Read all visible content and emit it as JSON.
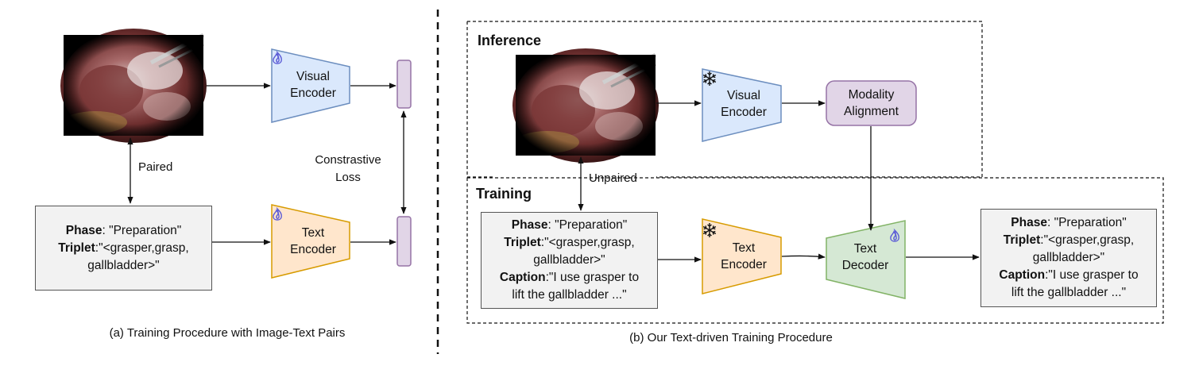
{
  "left": {
    "visual_encoder": [
      "Visual",
      "Encoder"
    ],
    "text_encoder": [
      "Text",
      "Encoder"
    ],
    "paired_label": "Paired",
    "contrastive_label": [
      "Constrastive",
      "Loss"
    ],
    "text_box": {
      "phase_key": "Phase",
      "phase_val": ": \"Preparation\"",
      "triplet_key": "Triplet",
      "triplet_val": ":\"<grasper,grasp,",
      "triplet_cont": "gallbladder>\""
    },
    "caption": "(a) Training Procedure with Image-Text Pairs"
  },
  "right": {
    "inference_title": "Inference",
    "training_title": "Training",
    "visual_encoder": [
      "Visual",
      "Encoder"
    ],
    "modality_alignment": [
      "Modality",
      "Alignment"
    ],
    "text_encoder": [
      "Text",
      "Encoder"
    ],
    "text_decoder": [
      "Text",
      "Decoder"
    ],
    "unpaired_label": "Unpaired",
    "input_box": {
      "phase_key": "Phase",
      "phase_val": ": \"Preparation\"",
      "triplet_key": "Triplet",
      "triplet_val": ":\"<grasper,grasp,",
      "triplet_cont": "gallbladder>\"",
      "caption_key": "Caption",
      "caption_val": ":\"I use grasper to",
      "caption_cont": "lift the gallbladder ...\""
    },
    "output_box": {
      "phase_key": "Phase",
      "phase_val": ": \"Preparation\"",
      "triplet_key": "Triplet",
      "triplet_val": ":\"<grasper,grasp,",
      "triplet_cont": "gallbladder>\"",
      "caption_key": "Caption",
      "caption_val": ":\"I use grasper to",
      "caption_cont": "lift the gallbladder ...\""
    },
    "caption": "(b) Our Text-driven Training Procedure"
  },
  "icons": {
    "trainable": "flame-icon",
    "frozen": "snowflake-icon",
    "image": "surgical-image"
  },
  "colors": {
    "visual_encoder_fill": "#dae8fc",
    "visual_encoder_stroke": "#6c8ebf",
    "text_encoder_fill": "#ffe6cc",
    "text_encoder_stroke": "#d79b00",
    "decoder_fill": "#d5e8d4",
    "decoder_stroke": "#82b366",
    "alignment_fill": "#e1d5e7",
    "alignment_stroke": "#9673a6",
    "flame": "#5b5bd6"
  }
}
